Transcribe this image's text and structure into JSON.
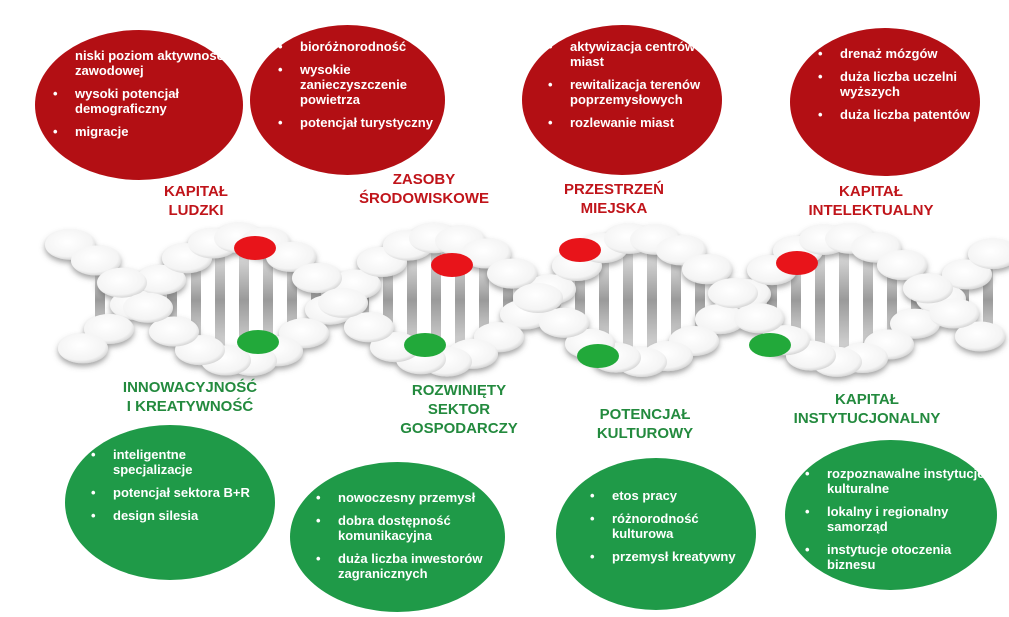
{
  "colors": {
    "red_bubble": "#b30f14",
    "green_bubble": "#1f9a48",
    "red_text": "#c0141a",
    "green_text": "#238a3e",
    "dot_red": "#e8141a",
    "dot_green": "#22a93a"
  },
  "red_categories": [
    {
      "label": [
        "KAPITAŁ",
        "LUDZKI"
      ],
      "items": [
        "niski poziom aktywności zawodowej",
        "wysoki potencjał demograficzny",
        "migracje"
      ]
    },
    {
      "label": [
        "ZASOBY",
        "ŚRODOWISKOWE"
      ],
      "items": [
        "bioróżnorodność",
        "wysokie zanieczyszczenie powietrza",
        "potencjał turystyczny"
      ]
    },
    {
      "label": [
        "PRZESTRZEŃ",
        "MIEJSKA"
      ],
      "items": [
        "aktywizacja centrów miast",
        "rewitalizacja terenów poprzemysłowych",
        "rozlewanie miast"
      ]
    },
    {
      "label": [
        "KAPITAŁ",
        "INTELEKTUALNY"
      ],
      "items": [
        "drenaż mózgów",
        "duża liczba uczelni wyższych",
        "duża liczba patentów"
      ]
    }
  ],
  "green_categories": [
    {
      "label": [
        "INNOWACYJNOŚĆ",
        "I KREATYWNOŚĆ"
      ],
      "items": [
        "inteligentne specjalizacje",
        "potencjał sektora B+R",
        "design silesia"
      ]
    },
    {
      "label": [
        "ROZWINIĘTY",
        "SEKTOR",
        "GOSPODARCZY"
      ],
      "items": [
        "nowoczesny przemysł",
        "dobra dostępność komunikacyjna",
        "duża liczba inwestorów zagranicznych"
      ]
    },
    {
      "label": [
        "POTENCJAŁ",
        "KULTUROWY"
      ],
      "items": [
        "etos pracy",
        "różnorodność kulturowa",
        "przemysł kreatywny"
      ]
    },
    {
      "label": [
        "KAPITAŁ",
        "INSTYTUCJONALNY"
      ],
      "items": [
        "rozpoznawalne instytucje kulturalne",
        "lokalny i regionalny samorząd",
        "instytucje otoczenia biznesu"
      ]
    }
  ]
}
